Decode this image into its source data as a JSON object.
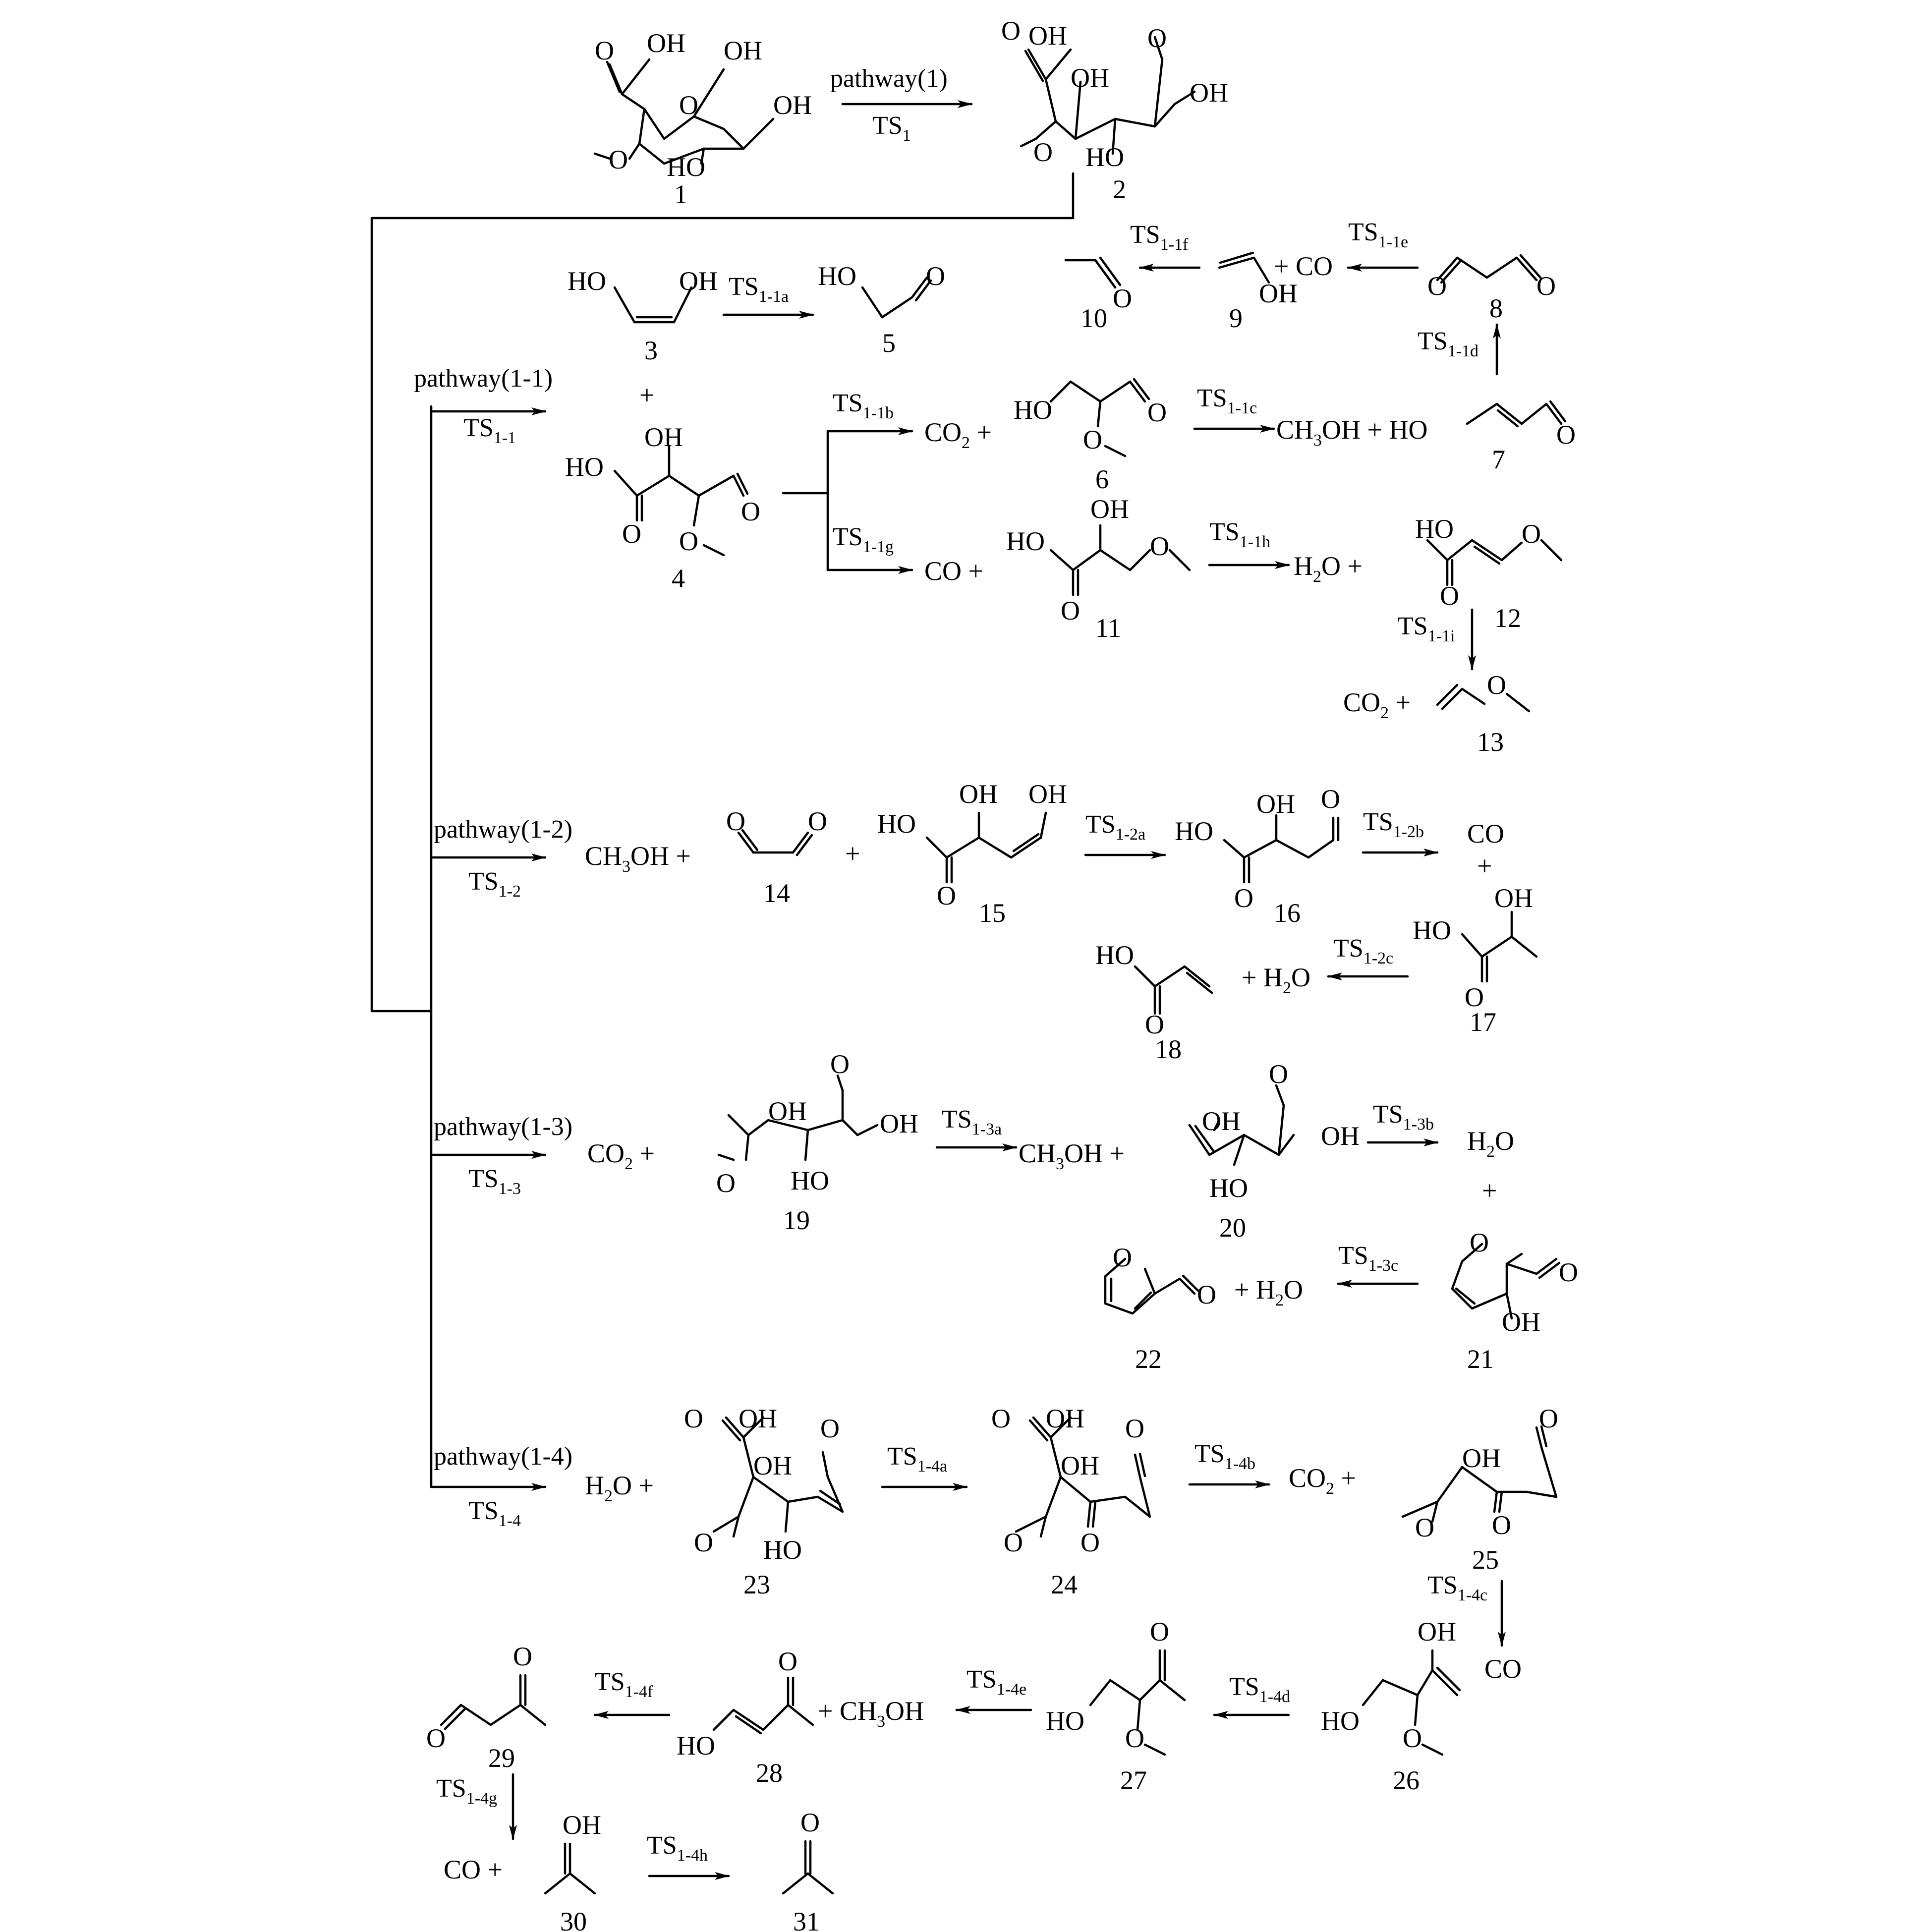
{
  "scheme": {
    "pathways": {
      "p1": {
        "label": "pathway(1)",
        "ts": "TS",
        "ts_sub": "1"
      },
      "p11": {
        "label": "pathway(1-1)",
        "ts": "TS",
        "ts_sub": "1-1"
      },
      "p12": {
        "label": "pathway(1-2)",
        "ts": "TS",
        "ts_sub": "1-2"
      },
      "p13": {
        "label": "pathway(1-3)",
        "ts": "TS",
        "ts_sub": "1-3"
      },
      "p14": {
        "label": "pathway(1-4)",
        "ts": "TS",
        "ts_sub": "1-4"
      }
    },
    "transition_states": {
      "ts11a": "1-1a",
      "ts11b": "1-1b",
      "ts11c": "1-1c",
      "ts11d": "1-1d",
      "ts11e": "1-1e",
      "ts11f": "1-1f",
      "ts11g": "1-1g",
      "ts11h": "1-1h",
      "ts11i": "1-1i",
      "ts12a": "1-2a",
      "ts12b": "1-2b",
      "ts12c": "1-2c",
      "ts13a": "1-3a",
      "ts13b": "1-3b",
      "ts13c": "1-3c",
      "ts14a": "1-4a",
      "ts14b": "1-4b",
      "ts14c": "1-4c",
      "ts14d": "1-4d",
      "ts14e": "1-4e",
      "ts14f": "1-4f",
      "ts14g": "1-4g",
      "ts14h": "1-4h"
    },
    "compound_numbers": [
      "1",
      "2",
      "3",
      "4",
      "5",
      "6",
      "7",
      "8",
      "9",
      "10",
      "11",
      "12",
      "13",
      "14",
      "15",
      "16",
      "17",
      "18",
      "19",
      "20",
      "21",
      "22",
      "23",
      "24",
      "25",
      "26",
      "27",
      "28",
      "29",
      "30",
      "31"
    ],
    "atom_labels": {
      "OH": "OH",
      "HO": "HO",
      "O": "O",
      "CO": "CO",
      "CO2": "CO",
      "CH3OH": "CH",
      "H2O": "H",
      "plus": "+"
    }
  }
}
